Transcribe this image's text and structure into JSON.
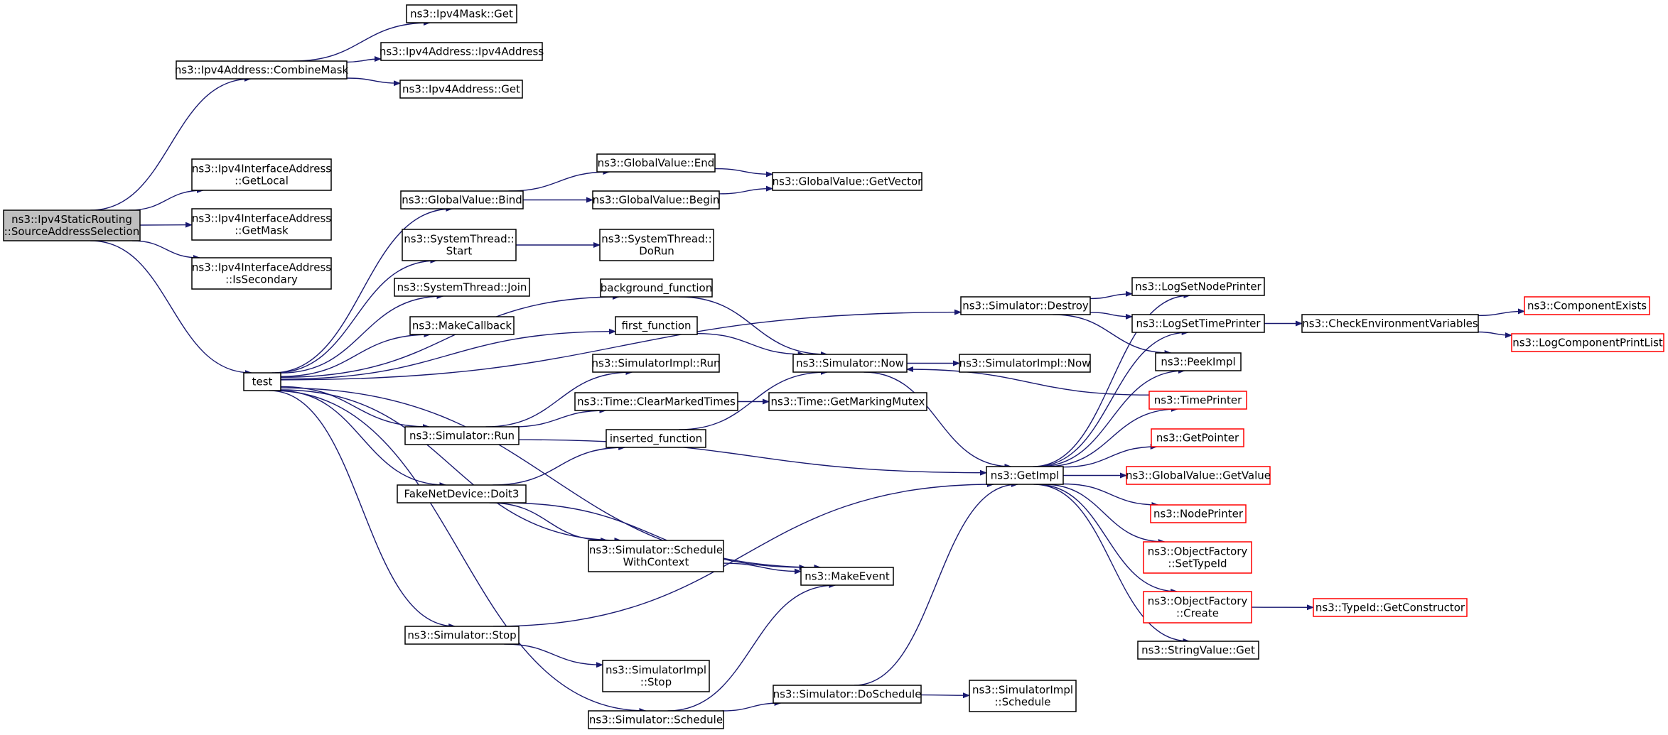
{
  "graph": {
    "edge_color": "#191970",
    "root_fill": "#bfbfbf",
    "missing_border": "#ff0000",
    "nodes": [
      {
        "id": "root",
        "lines": [
          "ns3::Ipv4StaticRouting",
          "::SourceAddressSelection"
        ],
        "style": "root"
      },
      {
        "id": "combine",
        "lines": [
          "ns3::Ipv4Address::CombineMask"
        ]
      },
      {
        "id": "maskget",
        "lines": [
          "ns3::Ipv4Mask::Get"
        ]
      },
      {
        "id": "addrctor",
        "lines": [
          "ns3::Ipv4Address::Ipv4Address"
        ]
      },
      {
        "id": "addrget",
        "lines": [
          "ns3::Ipv4Address::Get"
        ]
      },
      {
        "id": "getlocal",
        "lines": [
          "ns3::Ipv4InterfaceAddress",
          "::GetLocal"
        ]
      },
      {
        "id": "getmask",
        "lines": [
          "ns3::Ipv4InterfaceAddress",
          "::GetMask"
        ]
      },
      {
        "id": "issec",
        "lines": [
          "ns3::Ipv4InterfaceAddress",
          "::IsSecondary"
        ]
      },
      {
        "id": "test",
        "lines": [
          "test"
        ]
      },
      {
        "id": "gvbind",
        "lines": [
          "ns3::GlobalValue::Bind"
        ]
      },
      {
        "id": "gvend",
        "lines": [
          "ns3::GlobalValue::End"
        ]
      },
      {
        "id": "gvbegin",
        "lines": [
          "ns3::GlobalValue::Begin"
        ]
      },
      {
        "id": "gvvec",
        "lines": [
          "ns3::GlobalValue::GetVector"
        ]
      },
      {
        "id": "stStart",
        "lines": [
          "ns3::SystemThread::",
          "Start"
        ]
      },
      {
        "id": "stDoRun",
        "lines": [
          "ns3::SystemThread::",
          "DoRun"
        ]
      },
      {
        "id": "stJoin",
        "lines": [
          "ns3::SystemThread::Join"
        ]
      },
      {
        "id": "makecb",
        "lines": [
          "ns3::MakeCallback"
        ]
      },
      {
        "id": "bgfn",
        "lines": [
          "background_function"
        ]
      },
      {
        "id": "firstfn",
        "lines": [
          "first_function"
        ]
      },
      {
        "id": "simNow",
        "lines": [
          "ns3::Simulator::Now"
        ]
      },
      {
        "id": "simImplNow",
        "lines": [
          "ns3::SimulatorImpl::Now"
        ]
      },
      {
        "id": "simImplRun",
        "lines": [
          "ns3::SimulatorImpl::Run"
        ]
      },
      {
        "id": "clearMarked",
        "lines": [
          "ns3::Time::ClearMarkedTimes"
        ]
      },
      {
        "id": "getMarking",
        "lines": [
          "ns3::Time::GetMarkingMutex"
        ]
      },
      {
        "id": "simRun",
        "lines": [
          "ns3::Simulator::Run"
        ]
      },
      {
        "id": "insertedfn",
        "lines": [
          "inserted_function"
        ]
      },
      {
        "id": "doit3",
        "lines": [
          "FakeNetDevice::Doit3"
        ]
      },
      {
        "id": "schedCtx",
        "lines": [
          "ns3::Simulator::Schedule",
          "WithContext"
        ]
      },
      {
        "id": "makeEvent",
        "lines": [
          "ns3::MakeEvent"
        ]
      },
      {
        "id": "simStop",
        "lines": [
          "ns3::Simulator::Stop"
        ]
      },
      {
        "id": "implStop",
        "lines": [
          "ns3::SimulatorImpl",
          "::Stop"
        ]
      },
      {
        "id": "simSched",
        "lines": [
          "ns3::Simulator::Schedule"
        ]
      },
      {
        "id": "doSched",
        "lines": [
          "ns3::Simulator::DoSchedule"
        ]
      },
      {
        "id": "implSched",
        "lines": [
          "ns3::SimulatorImpl",
          "::Schedule"
        ]
      },
      {
        "id": "simDestroy",
        "lines": [
          "ns3::Simulator::Destroy"
        ]
      },
      {
        "id": "getImpl",
        "lines": [
          "ns3::GetImpl"
        ]
      },
      {
        "id": "logNode",
        "lines": [
          "ns3::LogSetNodePrinter"
        ]
      },
      {
        "id": "logTime",
        "lines": [
          "ns3::LogSetTimePrinter"
        ]
      },
      {
        "id": "checkEnv",
        "lines": [
          "ns3::CheckEnvironmentVariables"
        ]
      },
      {
        "id": "compExists",
        "lines": [
          "ns3::ComponentExists"
        ],
        "style": "red"
      },
      {
        "id": "logCompList",
        "lines": [
          "ns3::LogComponentPrintList"
        ],
        "style": "red"
      },
      {
        "id": "peekImpl",
        "lines": [
          "ns3::PeekImpl"
        ]
      },
      {
        "id": "timePrinter",
        "lines": [
          "ns3::TimePrinter"
        ],
        "style": "red"
      },
      {
        "id": "getPointer",
        "lines": [
          "ns3::GetPointer"
        ],
        "style": "red"
      },
      {
        "id": "gvGetValue",
        "lines": [
          "ns3::GlobalValue::GetValue"
        ],
        "style": "red"
      },
      {
        "id": "nodePrinter",
        "lines": [
          "ns3::NodePrinter"
        ],
        "style": "red"
      },
      {
        "id": "ofSetTypeId",
        "lines": [
          "ns3::ObjectFactory",
          "::SetTypeId"
        ],
        "style": "red"
      },
      {
        "id": "ofCreate",
        "lines": [
          "ns3::ObjectFactory",
          "::Create"
        ],
        "style": "red"
      },
      {
        "id": "getCtor",
        "lines": [
          "ns3::TypeId::GetConstructor"
        ],
        "style": "red"
      },
      {
        "id": "strGet",
        "lines": [
          "ns3::StringValue::Get"
        ]
      }
    ],
    "edges": [
      [
        "root",
        "combine"
      ],
      [
        "root",
        "getlocal"
      ],
      [
        "root",
        "getmask"
      ],
      [
        "root",
        "issec"
      ],
      [
        "root",
        "test"
      ],
      [
        "combine",
        "maskget"
      ],
      [
        "combine",
        "addrctor"
      ],
      [
        "combine",
        "addrget"
      ],
      [
        "test",
        "gvbind"
      ],
      [
        "test",
        "stStart"
      ],
      [
        "test",
        "stJoin"
      ],
      [
        "test",
        "makecb"
      ],
      [
        "test",
        "bgfn"
      ],
      [
        "test",
        "firstfn"
      ],
      [
        "test",
        "simDestroy"
      ],
      [
        "test",
        "simRun"
      ],
      [
        "test",
        "doit3"
      ],
      [
        "test",
        "schedCtx"
      ],
      [
        "test",
        "makeEvent"
      ],
      [
        "test",
        "simStop"
      ],
      [
        "test",
        "simSched"
      ],
      [
        "gvbind",
        "gvend"
      ],
      [
        "gvbind",
        "gvbegin"
      ],
      [
        "gvend",
        "gvvec"
      ],
      [
        "gvbegin",
        "gvvec"
      ],
      [
        "stStart",
        "stDoRun"
      ],
      [
        "bgfn",
        "simNow"
      ],
      [
        "firstfn",
        "simNow"
      ],
      [
        "insertedfn",
        "simNow"
      ],
      [
        "simNow",
        "simImplNow"
      ],
      [
        "simNow",
        "getImpl"
      ],
      [
        "simRun",
        "simImplRun"
      ],
      [
        "simRun",
        "clearMarked"
      ],
      [
        "simRun",
        "getImpl"
      ],
      [
        "clearMarked",
        "getMarking"
      ],
      [
        "doit3",
        "insertedfn"
      ],
      [
        "doit3",
        "schedCtx"
      ],
      [
        "doit3",
        "makeEvent"
      ],
      [
        "schedCtx",
        "makeEvent"
      ],
      [
        "simStop",
        "implStop"
      ],
      [
        "simStop",
        "getImpl"
      ],
      [
        "simSched",
        "makeEvent"
      ],
      [
        "simSched",
        "doSched"
      ],
      [
        "doSched",
        "implSched"
      ],
      [
        "doSched",
        "getImpl"
      ],
      [
        "simDestroy",
        "logNode"
      ],
      [
        "simDestroy",
        "logTime"
      ],
      [
        "simDestroy",
        "peekImpl"
      ],
      [
        "getImpl",
        "logNode"
      ],
      [
        "getImpl",
        "logTime"
      ],
      [
        "getImpl",
        "peekImpl"
      ],
      [
        "getImpl",
        "timePrinter"
      ],
      [
        "getImpl",
        "getPointer"
      ],
      [
        "getImpl",
        "gvGetValue"
      ],
      [
        "getImpl",
        "nodePrinter"
      ],
      [
        "getImpl",
        "ofSetTypeId"
      ],
      [
        "getImpl",
        "ofCreate"
      ],
      [
        "getImpl",
        "strGet"
      ],
      [
        "timePrinter",
        "simNow"
      ],
      [
        "logTime",
        "checkEnv"
      ],
      [
        "checkEnv",
        "compExists"
      ],
      [
        "checkEnv",
        "logCompList"
      ],
      [
        "ofCreate",
        "getCtor"
      ]
    ]
  }
}
